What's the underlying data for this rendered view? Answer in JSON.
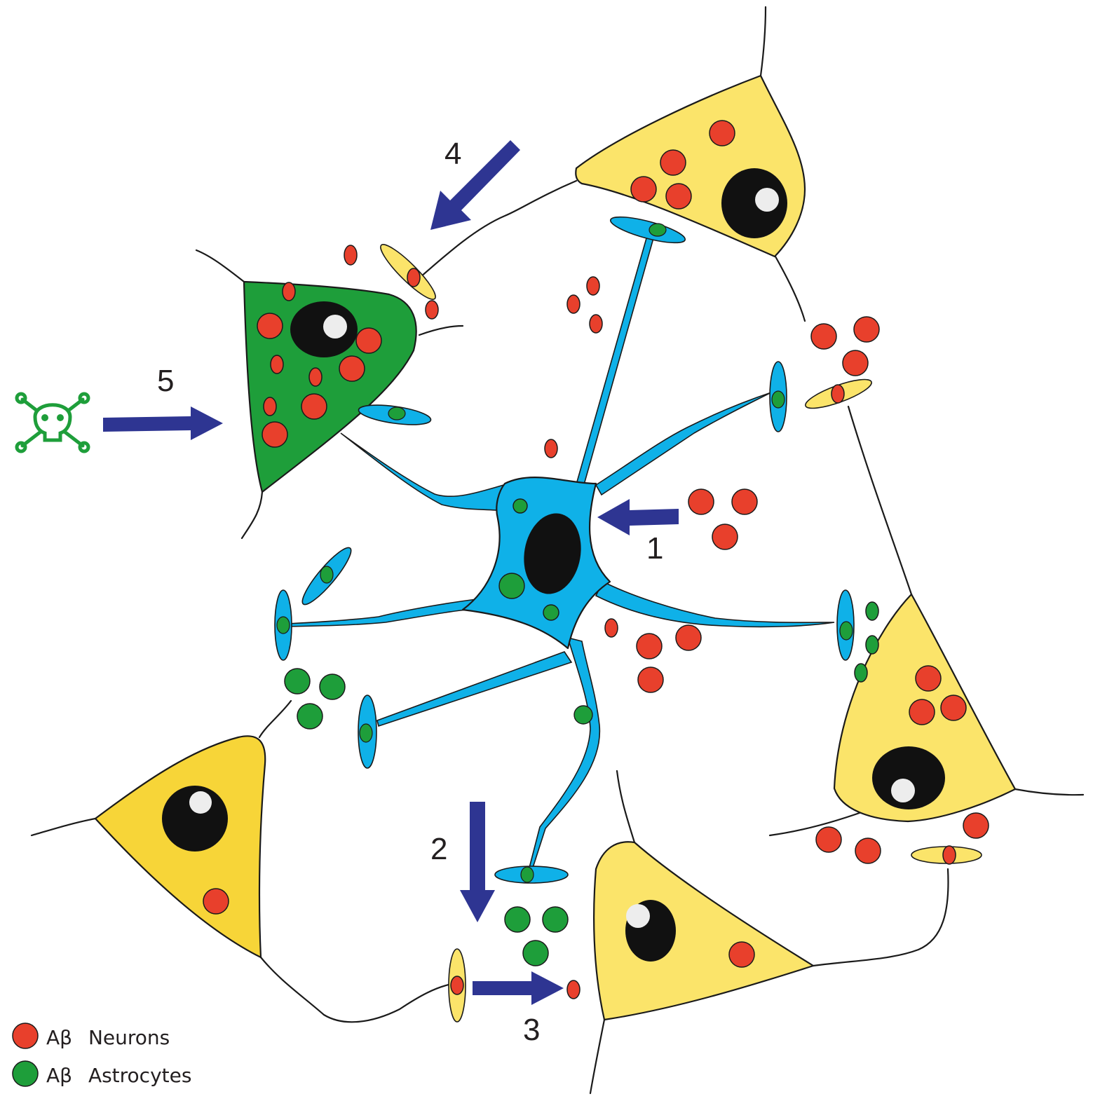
{
  "colors": {
    "neuron": "#FBE46A",
    "neuron_dark": "#F7D538",
    "damaged_neuron": "#1E9E3A",
    "astrocyte": "#0FB1E8",
    "ab_neurons": "#E8402C",
    "ab_astrocytes": "#1E9E3A",
    "arrow": "#2E3592",
    "nucleus": "#111111",
    "nucleolus": "#EDEDED",
    "toxin": "#1E9E3A"
  },
  "steps": {
    "s1": "1",
    "s2": "2",
    "s3": "3",
    "s4": "4",
    "s5": "5"
  },
  "legend": {
    "neurons": {
      "prefix": "Aβ",
      "label": "Neurons"
    },
    "astrocytes": {
      "prefix": "Aβ",
      "label": "Astrocytes"
    }
  },
  "icons": {
    "toxin": "skull-crossbones-icon"
  }
}
